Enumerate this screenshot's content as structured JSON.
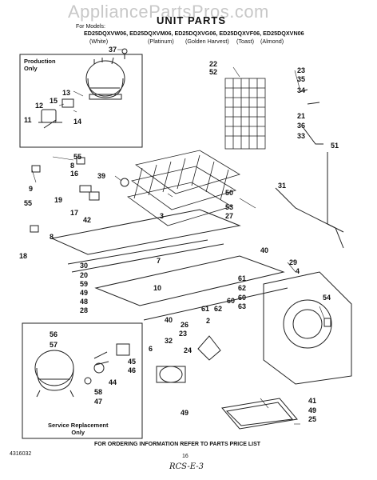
{
  "watermark": "AppliancePartsPros.com",
  "title": "UNIT PARTS",
  "for_models_label": "For Models:",
  "models_line": "ED25DQXVW06, ED25DQXVM06, ED25DQXVG06, ED25DQXVF06, ED25DQXVN06",
  "colors": [
    "(White)",
    "(Platinum)",
    "(Golden Harvest)",
    "(Toast)",
    "(Almond)"
  ],
  "production_box_label": [
    "Production",
    "Only"
  ],
  "service_box_label": [
    "Service Replacement",
    "Only"
  ],
  "footer": "FOR ORDERING INFORMATION REFER TO PARTS PRICE LIST",
  "page_number": "16",
  "doc_number": "4316032",
  "handwritten_note": "RCS-E-3",
  "callouts": [
    "37",
    "13",
    "15",
    "12",
    "11",
    "14",
    "22",
    "52",
    "23",
    "35",
    "34",
    "21",
    "36",
    "33",
    "51",
    "55",
    "8",
    "16",
    "39",
    "9",
    "19",
    "17",
    "42",
    "55",
    "8",
    "3",
    "50",
    "31",
    "53",
    "27",
    "18",
    "30",
    "20",
    "7",
    "40",
    "29",
    "4",
    "59",
    "49",
    "48",
    "28",
    "10",
    "54",
    "61",
    "62",
    "60",
    "63",
    "60",
    "62",
    "61",
    "40",
    "26",
    "2",
    "23",
    "56",
    "57",
    "58",
    "47",
    "45",
    "46",
    "44",
    "6",
    "24",
    "32",
    "49",
    "41",
    "49",
    "25"
  ]
}
